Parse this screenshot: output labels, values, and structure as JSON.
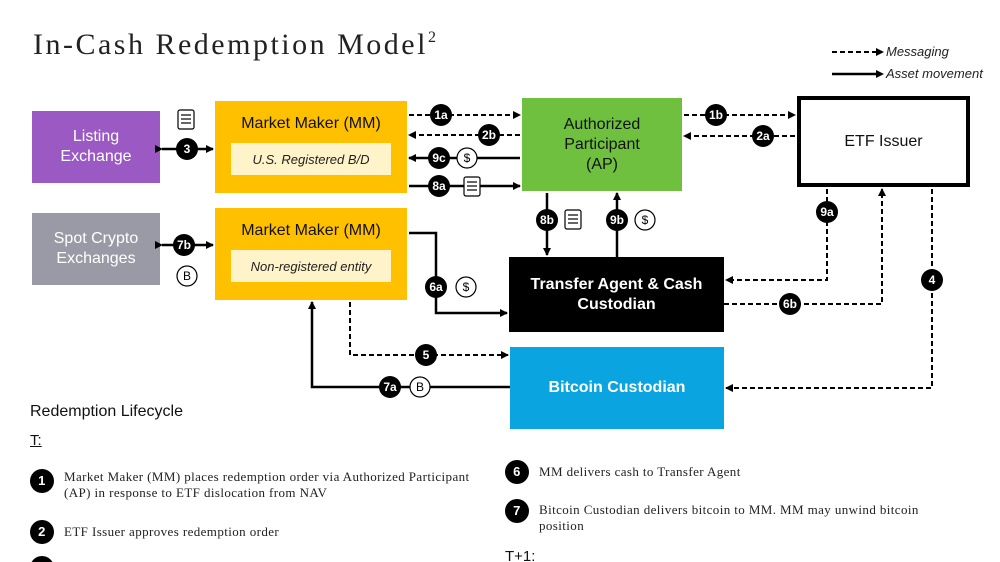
{
  "title": "In-Cash Redemption Model",
  "title_sup": "2",
  "legend": {
    "messaging": "Messaging",
    "asset_movement": "Asset movement"
  },
  "nodes": {
    "listing_exchange": "Listing Exchange",
    "spot_crypto": "Spot Crypto Exchanges",
    "mm1_title": "Market Maker (MM)",
    "mm1_sub": "U.S. Registered B/D",
    "mm2_title": "Market Maker (MM)",
    "mm2_sub": "Non-registered entity",
    "ap": "Authorized Participant (AP)",
    "etf_issuer": "ETF Issuer",
    "transfer_agent": "Transfer Agent & Cash Custodian",
    "bitcoin_custodian": "Bitcoin Custodian"
  },
  "badges": [
    "1a",
    "1b",
    "2a",
    "2b",
    "3",
    "9c",
    "8a",
    "7b",
    "8b",
    "9b",
    "9a",
    "4",
    "6a",
    "6b",
    "5",
    "7a"
  ],
  "symbols": {
    "dollar": "$",
    "bitcoin": "B"
  },
  "lifecycle": {
    "heading": "Redemption Lifecycle",
    "t_label": "T:",
    "t1_label": "T+1:",
    "steps": [
      {
        "num": "1",
        "text": "Market Maker (MM) places redemption order via Authorized Participant (AP) in response to ETF dislocation from NAV"
      },
      {
        "num": "2",
        "text": "ETF Issuer approves redemption order"
      },
      {
        "num": "6",
        "text": "MM delivers cash to Transfer Agent"
      },
      {
        "num": "7",
        "text": "Bitcoin Custodian delivers bitcoin to MM. MM may unwind bitcoin position"
      }
    ]
  }
}
